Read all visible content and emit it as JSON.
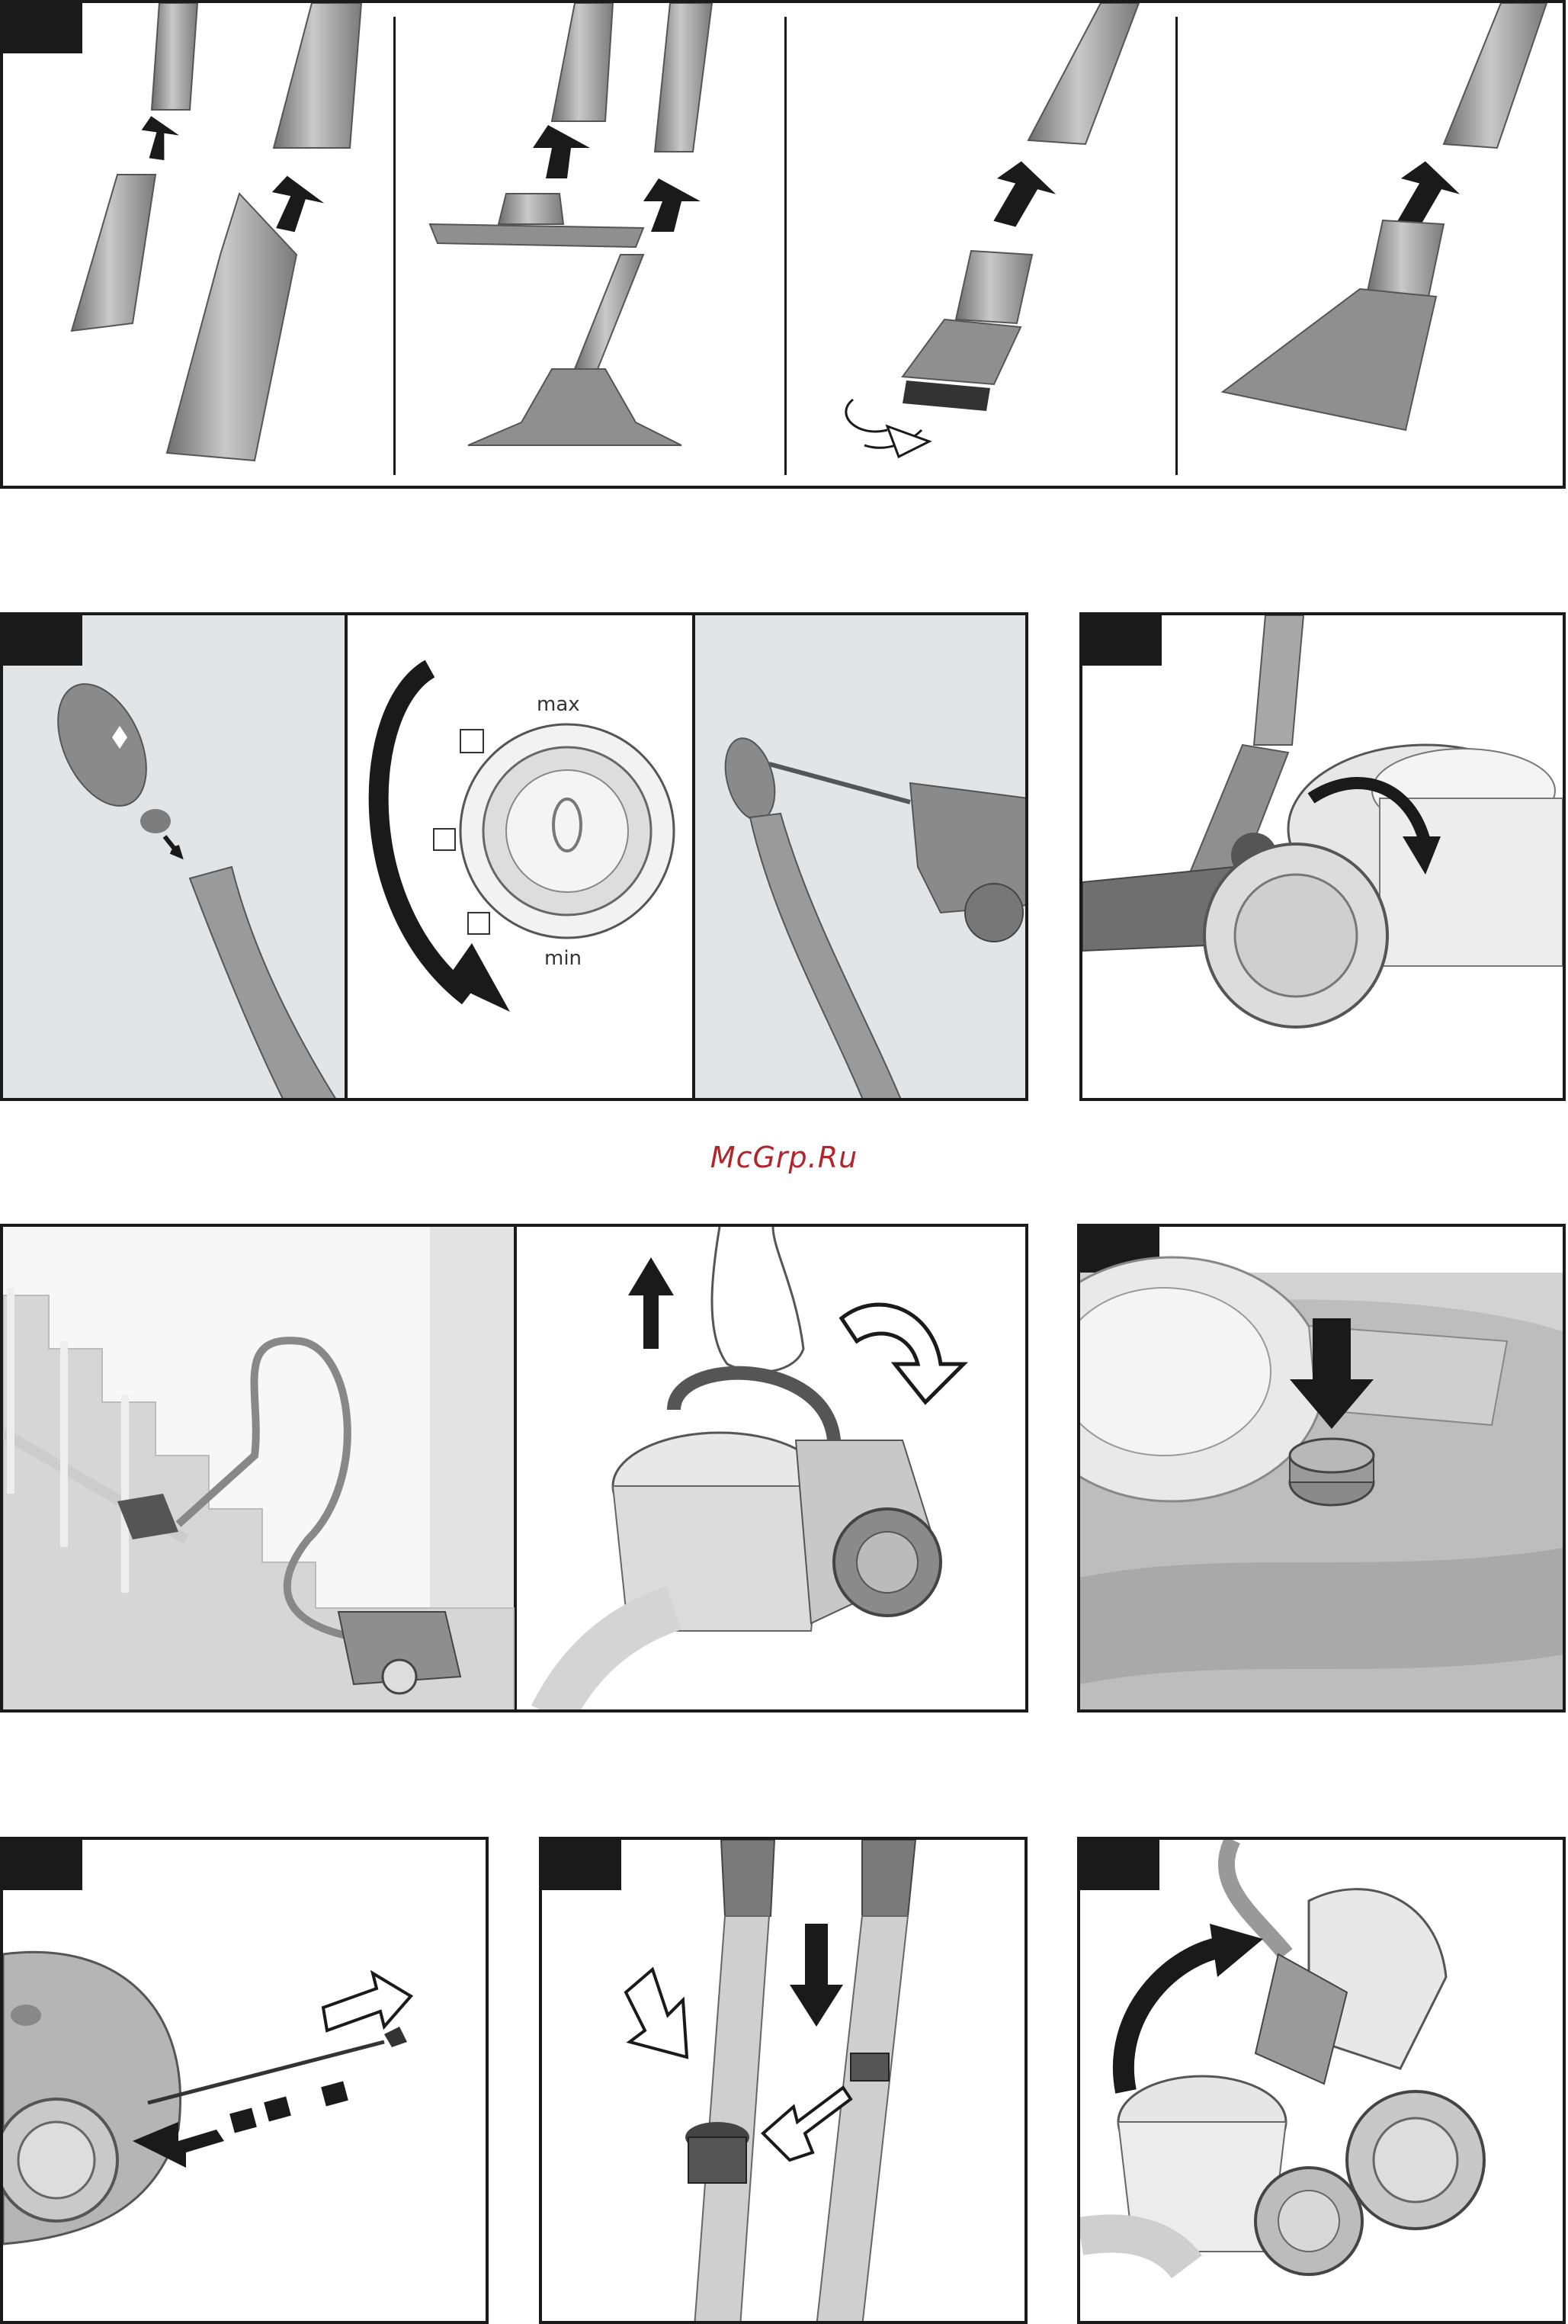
{
  "watermark": {
    "text": "McGrp.Ru",
    "color": "#b0262a"
  },
  "dial": {
    "max_label": "max",
    "min_label": "min"
  },
  "colors": {
    "frame": "#1a1a1a",
    "part": "#8f8f8f",
    "panel_bg": "#e3e4e6",
    "arrow": "#1a1a1a"
  },
  "figures": [
    {
      "id": "attachments",
      "icon": "nozzle-attachments"
    },
    {
      "id": "power-control",
      "icon": "power-dial"
    },
    {
      "id": "parking",
      "icon": "parking-position"
    },
    {
      "id": "stairs-carry",
      "icon": "carry-handle"
    },
    {
      "id": "cord-rewind",
      "icon": "cord-rewind-button"
    },
    {
      "id": "cord-pull",
      "icon": "power-cord"
    },
    {
      "id": "tube-adjust",
      "icon": "telescopic-tube"
    },
    {
      "id": "storage",
      "icon": "upright-storage"
    }
  ]
}
